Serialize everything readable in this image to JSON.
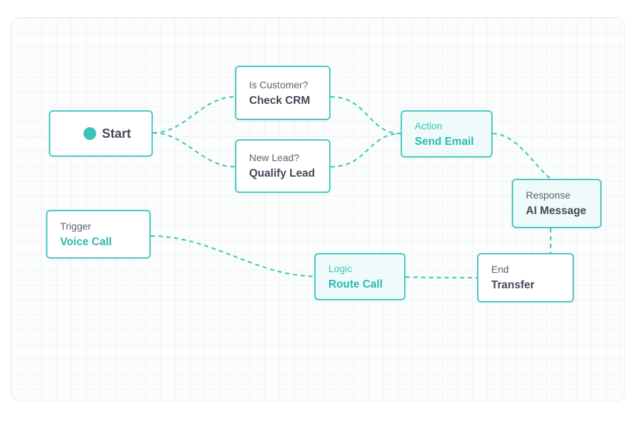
{
  "nodes": {
    "start": {
      "title": "Start"
    },
    "is_customer": {
      "kind": "Is Customer?",
      "title": "Check CRM"
    },
    "new_lead": {
      "kind": "New Lead?",
      "title": "Qualify Lead"
    },
    "action": {
      "kind": "Action",
      "title": "Send Email"
    },
    "response": {
      "kind": "Response",
      "title": "AI Message"
    },
    "trigger": {
      "kind": "Trigger",
      "title": "Voice Call"
    },
    "logic": {
      "kind": "Logic",
      "title": "Route Call"
    },
    "end": {
      "kind": "End",
      "title": "Transfer"
    }
  },
  "colors": {
    "accent": "#3fc4bb",
    "border": "#4ccac1",
    "text_dark": "#434a57",
    "text_muted": "#5b6270",
    "tinted_bg": "#eefbfa"
  }
}
